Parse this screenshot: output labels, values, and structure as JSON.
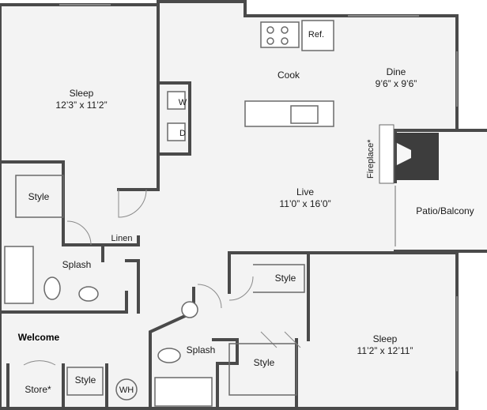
{
  "rooms": {
    "sleep_left": {
      "name": "Sleep",
      "dims": "12’3” x 11’2”"
    },
    "cook": {
      "name": "Cook"
    },
    "dine": {
      "name": "Dine",
      "dims": "9’6” x 9’6”"
    },
    "live": {
      "name": "Live",
      "dims": "11’0” x 16’0”"
    },
    "sleep_right": {
      "name": "Sleep",
      "dims": "11’2” x 12’11”"
    },
    "patio": {
      "name": "Patio/Balcony"
    },
    "splash_left": {
      "name": "Splash"
    },
    "splash_center": {
      "name": "Splash"
    },
    "style_left": {
      "name": "Style"
    },
    "style_upper_right": {
      "name": "Style"
    },
    "style_center": {
      "name": "Style"
    },
    "style_bottom": {
      "name": "Style"
    },
    "linen": {
      "name": "Linen"
    },
    "welcome": {
      "name": "Welcome"
    },
    "store": {
      "name": "Store*"
    },
    "wh": {
      "name": "WH"
    }
  },
  "fixtures": {
    "refrigerator": "Ref.",
    "washer": "W",
    "dryer": "D",
    "fireplace": "Fireplace*"
  },
  "colors": {
    "wall": "#4a4a4a",
    "floor": "#f2f2f2",
    "line": "#6a6a6a",
    "fireplace_fill": "#3d3d3d"
  }
}
